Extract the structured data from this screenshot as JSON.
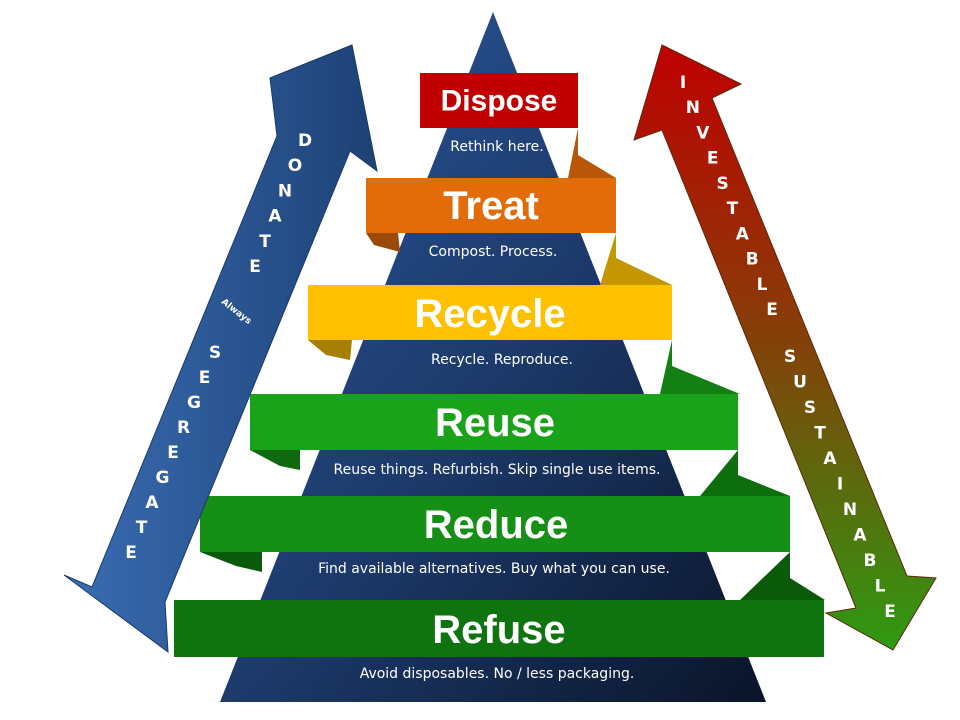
{
  "levels": [
    {
      "label": "Dispose",
      "caption": "Rethink here.",
      "color": "#c00000"
    },
    {
      "label": "Treat",
      "caption": "Compost. Process.",
      "color": "#e36c0a"
    },
    {
      "label": "Recycle",
      "caption": "Recycle. Reproduce.",
      "color": "#ffc000"
    },
    {
      "label": "Reuse",
      "caption": "Reuse things. Refurbish. Skip single use items.",
      "color": "#1aa31a"
    },
    {
      "label": "Reduce",
      "caption": "Find available alternatives. Buy what you can use.",
      "color": "#168f16"
    },
    {
      "label": "Refuse",
      "caption": "Avoid disposables.  No / less  packaging.",
      "color": "#0f730f"
    }
  ],
  "left_arrow": {
    "top_word": "DONATE",
    "middle_word": "Always",
    "bottom_word": "SEGREGATE",
    "color": "#2b5b9a"
  },
  "right_arrow": {
    "top_word": "INVESTABLE",
    "bottom_word": "SUSTAINABLE",
    "color_top": "#c00000",
    "color_bottom": "#2e9a12"
  },
  "pyramid_color": "#1f3d6e"
}
